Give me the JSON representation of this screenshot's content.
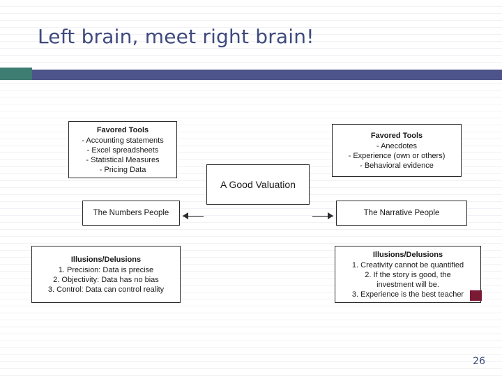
{
  "slide": {
    "title": "Left brain, meet right brain!",
    "page_number": "26",
    "accent_color": "#3d7d72",
    "bar_color": "#4d548a",
    "title_color": "#3f4a7e",
    "artifact_color": "#7b1a35"
  },
  "diagram": {
    "left_tools": {
      "header": "Favored Tools",
      "lines": [
        "- Accounting statements",
        "- Excel spreadsheets",
        "- Statistical Measures",
        "- Pricing Data"
      ]
    },
    "right_tools": {
      "header": "Favored Tools",
      "lines": [
        "- Anecdotes",
        "- Experience (own or others)",
        "- Behavioral evidence"
      ]
    },
    "center": {
      "label": "A Good Valuation"
    },
    "numbers_people": {
      "label": "The Numbers People"
    },
    "narrative_people": {
      "label": "The Narrative People"
    },
    "left_illusions": {
      "header": "Illusions/Delusions",
      "lines": [
        "1. Precision: Data is precise",
        "2. Objectivity: Data has no bias",
        "3. Control: Data can control reality"
      ]
    },
    "right_illusions": {
      "header": "Illusions/Delusions",
      "lines": [
        "1. Creativity cannot be quantified",
        "2. If the story is good, the",
        "investment will be.",
        "3. Experience is the best teacher"
      ]
    }
  }
}
